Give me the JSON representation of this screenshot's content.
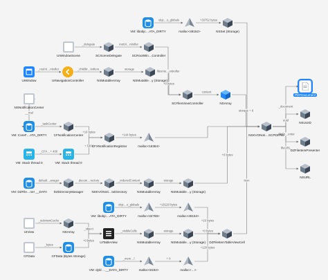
{
  "graph": {
    "nodes": [
      {
        "id": "vm_libobjc_top",
        "label": "VM: libobjc…ATA_DIRTY",
        "icon": "database-icon"
      },
      {
        "id": "malloc_49152",
        "label": "malloc<49152>",
        "icon": "pyramid-icon"
      },
      {
        "id": "nsset_storage",
        "label": "NSSet (Storage)",
        "icon": "cube-icon"
      },
      {
        "id": "uiwindowscene",
        "label": "UIWindowScene",
        "icon": "gear-window-icon"
      },
      {
        "id": "scscenedelegate",
        "label": "SCSceneDelegate",
        "icon": "cube-icon"
      },
      {
        "id": "scrootwin",
        "label": "SCRootWin…Controller",
        "icon": "cube-icon"
      },
      {
        "id": "uiwindow",
        "label": "UIWindow",
        "icon": "window-icon"
      },
      {
        "id": "uinavcontroller",
        "label": "UINavigationController",
        "icon": "back-chevron-icon"
      },
      {
        "id": "nsmutablearray_top",
        "label": "NSMutableArray",
        "icon": "cube-icon"
      },
      {
        "id": "nsmutable_storage_top",
        "label": "NSMutable…y (Storage)",
        "icon": "cube-icon"
      },
      {
        "id": "scfilesview",
        "label": "SCFilesViewController",
        "icon": "cube-icon"
      },
      {
        "id": "nsarray_center",
        "label": "NSArray",
        "icon": "blue-cube-icon"
      },
      {
        "id": "nsnotificationcenter",
        "label": "NSNotificationCenter",
        "icon": "object-icon"
      },
      {
        "id": "vm_corefata",
        "label": "VM: CoreF…ATA_DIRTY",
        "icon": "database-icon"
      },
      {
        "id": "cfnotificationcenter",
        "label": "CFNotificationCenter",
        "icon": "cube-icon"
      },
      {
        "id": "cfnotifreg",
        "label": "CFXNotificationRegistrar",
        "icon": "cube-icon"
      },
      {
        "id": "malloc_16384",
        "label": "malloc<16384>",
        "icon": "pyramid-icon"
      },
      {
        "id": "vm_stack_a",
        "label": "VM: Stack thread 0",
        "icon": "calculator-icon"
      },
      {
        "id": "vm_stack_b",
        "label": "VM: Stack thread 0",
        "icon": "calculator-icon"
      },
      {
        "id": "nskvonoti",
        "label": "NSKVONoti…SCPDFFile",
        "icon": "cube-icon"
      },
      {
        "id": "pdfdocument",
        "label": "PDFDocument",
        "icon": "document-icon"
      },
      {
        "id": "nsuuid",
        "label": "NSUUID",
        "icon": "cube-icon"
      },
      {
        "id": "dzfileitempresenter",
        "label": "DZFileItemPresenter",
        "icon": "cube-icon"
      },
      {
        "id": "nsurl",
        "label": "NSURL",
        "icon": "cube-icon"
      },
      {
        "id": "vm_dzfile",
        "label": "VM: DZFile…ner __DATA",
        "icon": "database-icon"
      },
      {
        "id": "dzdirectorymanager",
        "label": "DZDirectoryManager",
        "icon": "cube-icon"
      },
      {
        "id": "nskvonoti_dir",
        "label": "NSKVONoti…toDirectory",
        "icon": "cube-icon"
      },
      {
        "id": "nsmutablearray_mid",
        "label": "NSMutableArray",
        "icon": "cube-icon"
      },
      {
        "id": "nsmutable_storage_mid",
        "label": "NSMutable…y (Storage)",
        "icon": "cube-icon"
      },
      {
        "id": "vm_libobjc_low",
        "label": "VM: libobjc…ATA_DIRTY",
        "icon": "database-icon"
      },
      {
        "id": "malloc_32768",
        "label": "malloc<32768>",
        "icon": "pyramid-icon"
      },
      {
        "id": "uiview",
        "label": "UIView",
        "icon": "object-icon"
      },
      {
        "id": "nsarray_low",
        "label": "NSArray",
        "icon": "cube-icon"
      },
      {
        "id": "malloc_49152_b",
        "label": "malloc<49152>",
        "icon": "pyramid-icon"
      },
      {
        "id": "cfdata",
        "label": "CFData",
        "icon": "object-icon"
      },
      {
        "id": "cfdata_storage",
        "label": "CFData (Bytes Storage)",
        "icon": "database-icon"
      },
      {
        "id": "uitableview",
        "label": "UITableView",
        "icon": "table-icon"
      },
      {
        "id": "nsmutablearray_low",
        "label": "NSMutableArray",
        "icon": "cube-icon"
      },
      {
        "id": "nsmutable_storage_low",
        "label": "NSMutable…y (Storage)",
        "icon": "cube-icon"
      },
      {
        "id": "dzfileitemtablecell",
        "label": "DZFileItemTableViewCell",
        "icon": "cube-icon"
      },
      {
        "id": "vm_dyld",
        "label": "VM: dyld …__DATA_DIRTY",
        "icon": "database-icon"
      },
      {
        "id": "malloc_8192",
        "label": "malloc<8192>",
        "icon": "pyramid-icon"
      },
      {
        "id": "malloc_low",
        "label": "malloc<…>",
        "icon": "pyramid-icon"
      }
    ],
    "edge_labels": [
      {
        "id": "e1",
        "text": "objc…o_globals"
      },
      {
        "id": "e2",
        "text": "+33752 bytes"
      },
      {
        "id": "e3",
        "text": "_delegate"
      },
      {
        "id": "e4",
        "text": "rootVi…ntroller"
      },
      {
        "id": "e5",
        "text": "filesVie…ontroller"
      },
      {
        "id": "e6",
        "text": "_rootVi…ntroller"
      },
      {
        "id": "e7",
        "text": "_childM…trollers"
      },
      {
        "id": "e8",
        "text": "storage"
      },
      {
        "id": "e9",
        "text": "+0 bytes"
      },
      {
        "id": "e10",
        "text": "content"
      },
      {
        "id": "e11",
        "text": "storage + 8"
      },
      {
        "id": "e12",
        "text": "_document"
      },
      {
        "id": "e13",
        "text": "uuid"
      },
      {
        "id": "e14",
        "text": "_filePr…enter"
      },
      {
        "id": "e15",
        "text": "fileURL"
      },
      {
        "id": "e16",
        "text": "__mal"
      },
      {
        "id": "e17",
        "text": "_taskCenter"
      },
      {
        "id": "e18",
        "text": "+16 bytes"
      },
      {
        "id": "e19",
        "text": "+144 bytes"
      },
      {
        "id": "e20",
        "text": "_CFA…+ 400"
      },
      {
        "id": "e21",
        "text": "+ 5304"
      },
      {
        "id": "e22",
        "text": "default…anager"
      },
      {
        "id": "e23",
        "text": "docum…rectory"
      },
      {
        "id": "e24",
        "text": "_orderedContent"
      },
      {
        "id": "e25",
        "text": "storage"
      },
      {
        "id": "e26",
        "text": "+0 bytes"
      },
      {
        "id": "e27",
        "text": "objc…o_globals"
      },
      {
        "id": "e28",
        "text": "+18120 bytes"
      },
      {
        "id": "e29",
        "text": "_subviewCache"
      },
      {
        "id": "e30",
        "text": "_object"
      },
      {
        "id": "e31",
        "text": "+16 bytes"
      },
      {
        "id": "e32",
        "text": "_bytes"
      },
      {
        "id": "e33",
        "text": "_visibleCells"
      },
      {
        "id": "e34",
        "text": "storage"
      },
      {
        "id": "e35",
        "text": "item"
      },
      {
        "id": "e36",
        "text": "+0 bytes"
      },
      {
        "id": "e37",
        "text": "_mem…l"
      },
      {
        "id": "e38",
        "text": "+ 0"
      },
      {
        "id": "e39",
        "text": "+120 bytes"
      },
      {
        "id": "e40",
        "text": "+0 bytes"
      }
    ]
  }
}
